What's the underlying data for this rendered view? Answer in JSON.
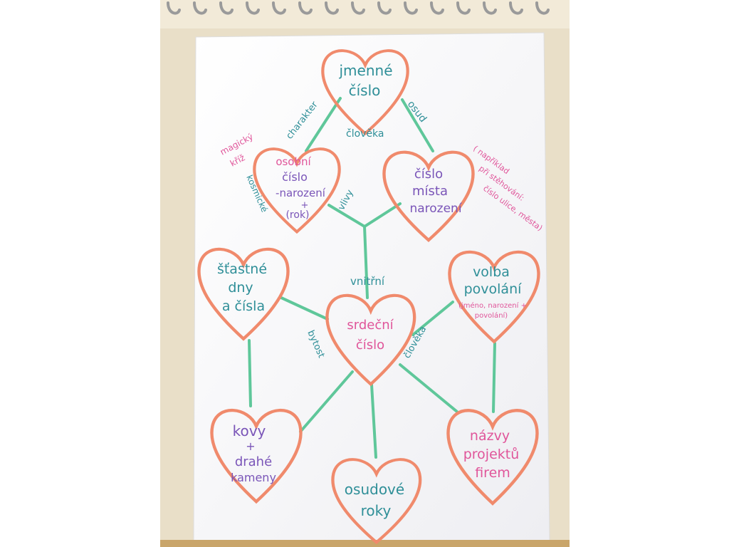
{
  "nodes": {
    "jmenne": {
      "line1": "jmenné",
      "line2": "číslo"
    },
    "osobni": {
      "line1": "osobní",
      "line2": "číslo",
      "line3": "-narození",
      "line4": "(rok)",
      "plus": "+"
    },
    "mista": {
      "line1": "číslo",
      "line2": "místa",
      "line3": "narození"
    },
    "stastne": {
      "line1": "šťastné",
      "line2": "dny",
      "line3": "a čísla"
    },
    "srdecni": {
      "line1": "srdeční",
      "line2": "číslo"
    },
    "volba": {
      "line1": "volba",
      "line2": "povolání",
      "note1": "(jméno, narození +",
      "note2": "povolání)"
    },
    "kovy": {
      "line1": "kovy",
      "plus": "+",
      "line2": "drahé",
      "line3": "kameny"
    },
    "osudove": {
      "line1": "osudové",
      "line2": "roky"
    },
    "nazvy": {
      "line1": "názvy",
      "line2": "projektů",
      "line3": "firem"
    }
  },
  "edge_labels": {
    "charakter": "charakter",
    "osud": "osud",
    "cloveka_top": "člověka",
    "kosmicke": "kosmické",
    "vlivy": "vlivy",
    "vnitrni": "vnitřní",
    "bytost": "bytost",
    "cloveka_mid": "člověka"
  },
  "side_notes": {
    "magicky_line1": "magický",
    "magicky_line2": "kříž",
    "right_line1": "( například",
    "right_line2": "při stěhování:",
    "right_line3": "číslo ulice, města)"
  },
  "colors": {
    "heart_outline": "#f08a6c",
    "connector": "#5fc79a",
    "teal_text": "#2f8f98",
    "purple_text": "#7a55b8",
    "pink_text": "#e0559a",
    "paper": "#f4f4f6",
    "backing": "#e9dfc8"
  }
}
